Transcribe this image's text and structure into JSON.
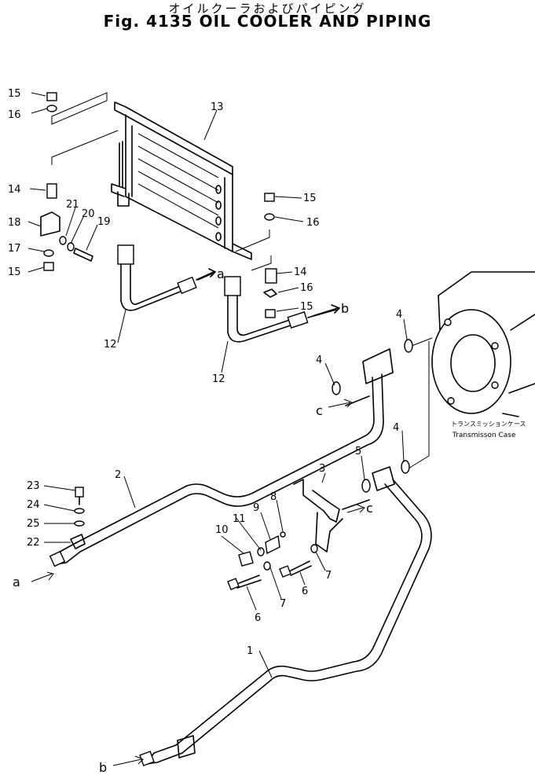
{
  "title_jp": "オイルクーラおよびパイピング",
  "title_en": "Fig. 4135 OIL COOLER AND PIPING",
  "case_label_jp": "トランスミッションケース",
  "case_label_en": "Transmisson Case",
  "callouts": [
    "15",
    "16",
    "13",
    "14",
    "21",
    "20",
    "19",
    "18",
    "17",
    "15",
    "15",
    "16",
    "14",
    "16",
    "15",
    "12",
    "12",
    "4",
    "4",
    "4",
    "5",
    "3",
    "2",
    "23",
    "24",
    "25",
    "22",
    "8",
    "9",
    "11",
    "10",
    "7",
    "7",
    "6",
    "6",
    "1"
  ],
  "letters": [
    "a",
    "b",
    "c",
    "c",
    "a",
    "b"
  ]
}
